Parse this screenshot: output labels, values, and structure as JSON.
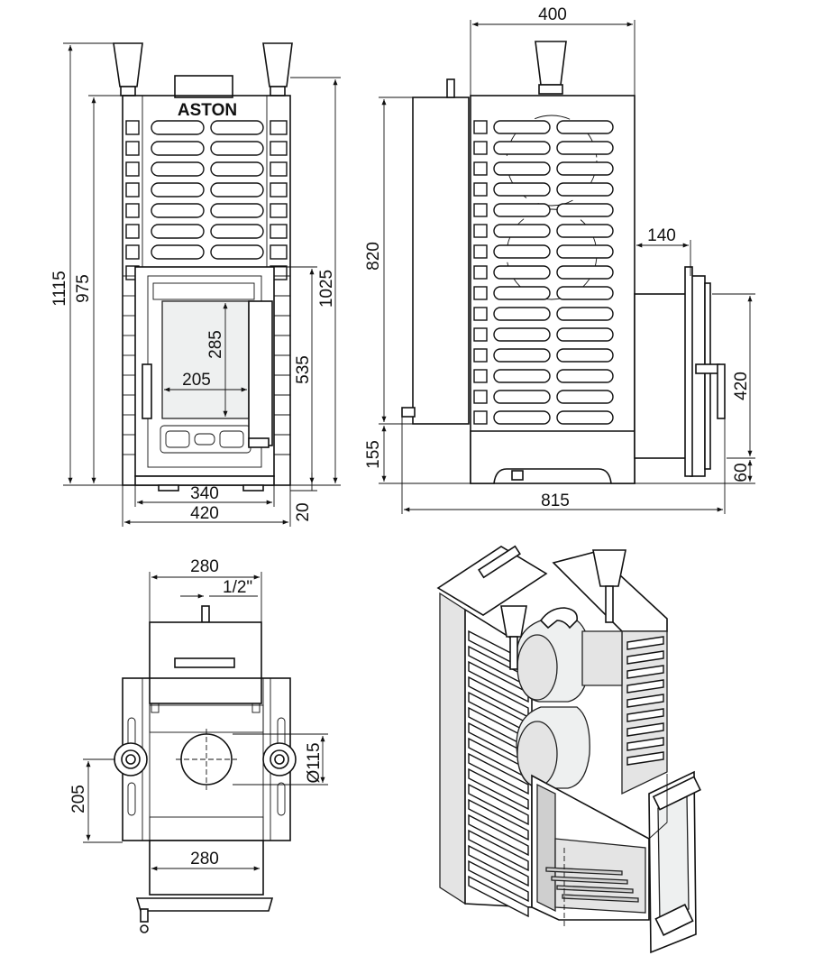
{
  "brand": "ASTON",
  "front_view": {
    "dims": {
      "total_height": "1115",
      "body_height": "975",
      "right_height": "1025",
      "glass_height": "285",
      "glass_width": "205",
      "door_height": "535",
      "door_width": "340",
      "base_width": "420",
      "foot_height": "20"
    }
  },
  "side_view": {
    "dims": {
      "depth": "400",
      "height": "820",
      "tunnel_length": "140",
      "tunnel_height": "420",
      "bottom_offset": "155",
      "overall_depth": "815",
      "tunnel_bottom": "60"
    }
  },
  "top_view": {
    "dims": {
      "tank_width": "280",
      "pipe_thread": "1/2\"",
      "flue_diameter": "Ø115",
      "offset": "205",
      "tunnel_width": "280"
    }
  }
}
